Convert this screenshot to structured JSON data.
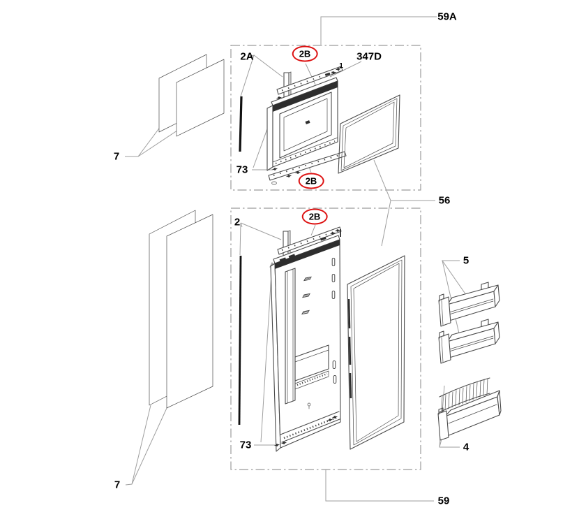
{
  "diagram": {
    "accent_red": "#dd1111",
    "callouts": {
      "top_door_assembly": "59A",
      "freezer_side_trim": "2A",
      "freezer_top_trim": "2B",
      "freezer_trim_screws": "347D",
      "freezer_screw_small": "1",
      "freezer_hinge_screws": "73",
      "freezer_bottom_trim": "2B",
      "door_gaskets": "56",
      "glass_panels_top": "7",
      "fridge_side_trim": "2",
      "fridge_top_trim": "2B",
      "door_bins": "5",
      "bottle_rack": "4",
      "fridge_hinge_screws": "73",
      "glass_panels_bottom": "7",
      "bottom_door_assembly": "59"
    }
  }
}
